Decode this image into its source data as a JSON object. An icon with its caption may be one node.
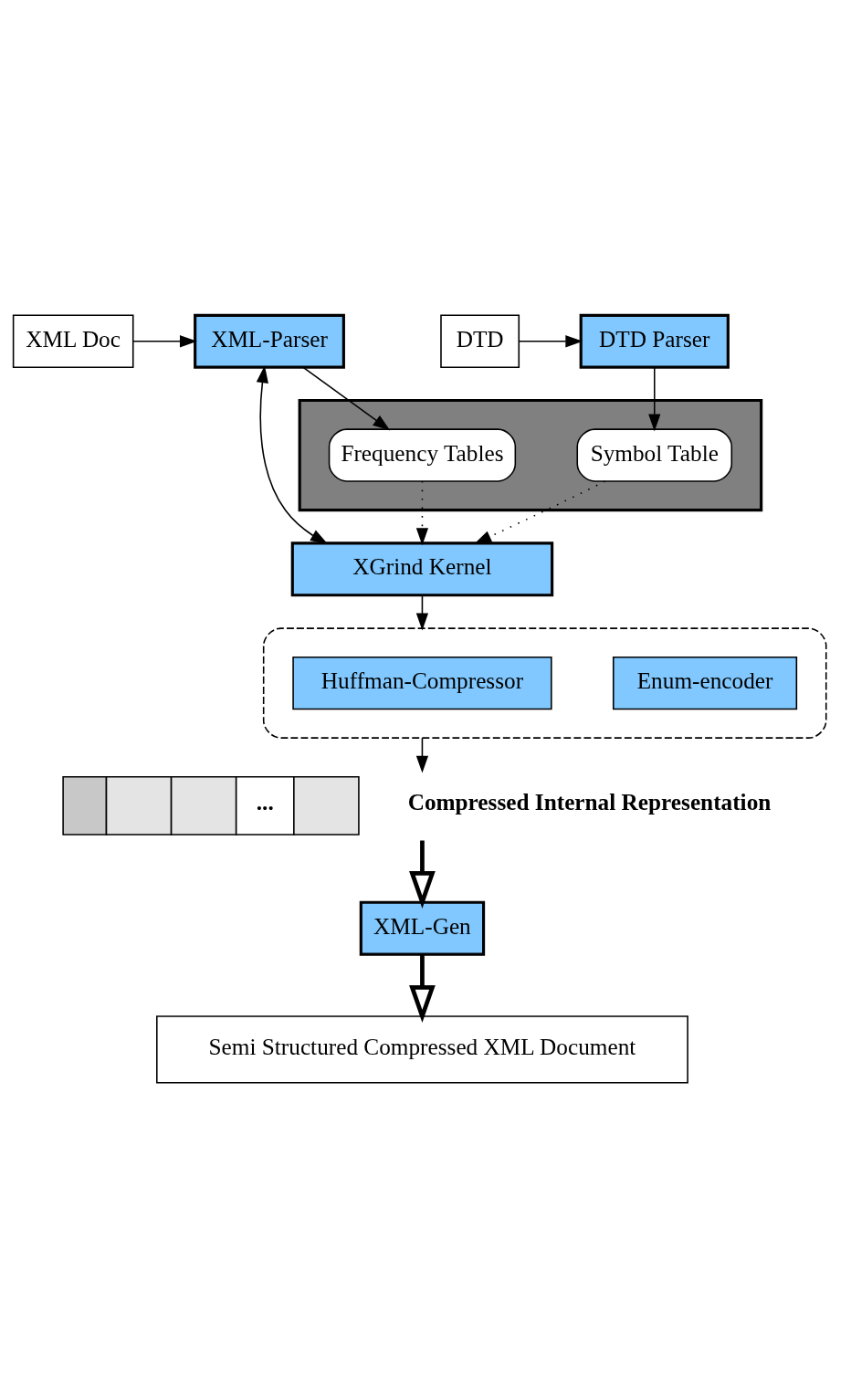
{
  "diagram": {
    "nodes": [
      {
        "text": [
          "XML Doc"
        ]
      },
      {
        "text": [
          "XML-Parser"
        ]
      },
      {
        "text": [
          "DTD Parser"
        ]
      },
      {
        "text": [
          "DTD"
        ]
      },
      {
        "text": [],
        "shape": "box"
      },
      {
        "text": [
          "Frequency Tables"
        ],
        "in": 4
      },
      {
        "text": [
          "Symbol Table"
        ],
        "in": 4
      },
      {
        "text": [
          "XGrind Kernel"
        ]
      },
      {
        "text": [],
        "shape": "box"
      },
      {
        "text": [
          "Huffman-Compressor"
        ],
        "in": 8
      },
      {
        "text": [
          "Enum-encoder"
        ],
        "in": 8
      },
      {
        "text": [
          "..."
        ],
        "beside": [
          "Compressed Internal Representation"
        ]
      },
      {
        "text": [
          "XML-Gen"
        ]
      },
      {
        "text": [
          "Semi Structured Compressed XML Document"
        ]
      }
    ],
    "edges": [
      {
        "from": 0,
        "to": 1,
        "arrow": "to"
      },
      {
        "from": 3,
        "to": 2,
        "arrow": "to"
      },
      {
        "from": 1,
        "to": 5,
        "arrow": "to"
      },
      {
        "from": 2,
        "to": 6,
        "arrow": "to"
      },
      {
        "from": 1,
        "to": 7,
        "arrow": "both"
      },
      {
        "from": 5,
        "to": 7,
        "arrow": "to",
        "style": "dashed"
      },
      {
        "from": 6,
        "to": 7,
        "arrow": "to",
        "style": "dashed"
      },
      {
        "from": 7,
        "to": 8,
        "arrow": "to"
      },
      {
        "from": 8,
        "to": 11,
        "arrow": "to"
      },
      {
        "from": 11,
        "to": 12,
        "arrow": "to",
        "style": "thick"
      },
      {
        "from": 12,
        "to": 13,
        "arrow": "to",
        "style": "thick"
      }
    ]
  }
}
